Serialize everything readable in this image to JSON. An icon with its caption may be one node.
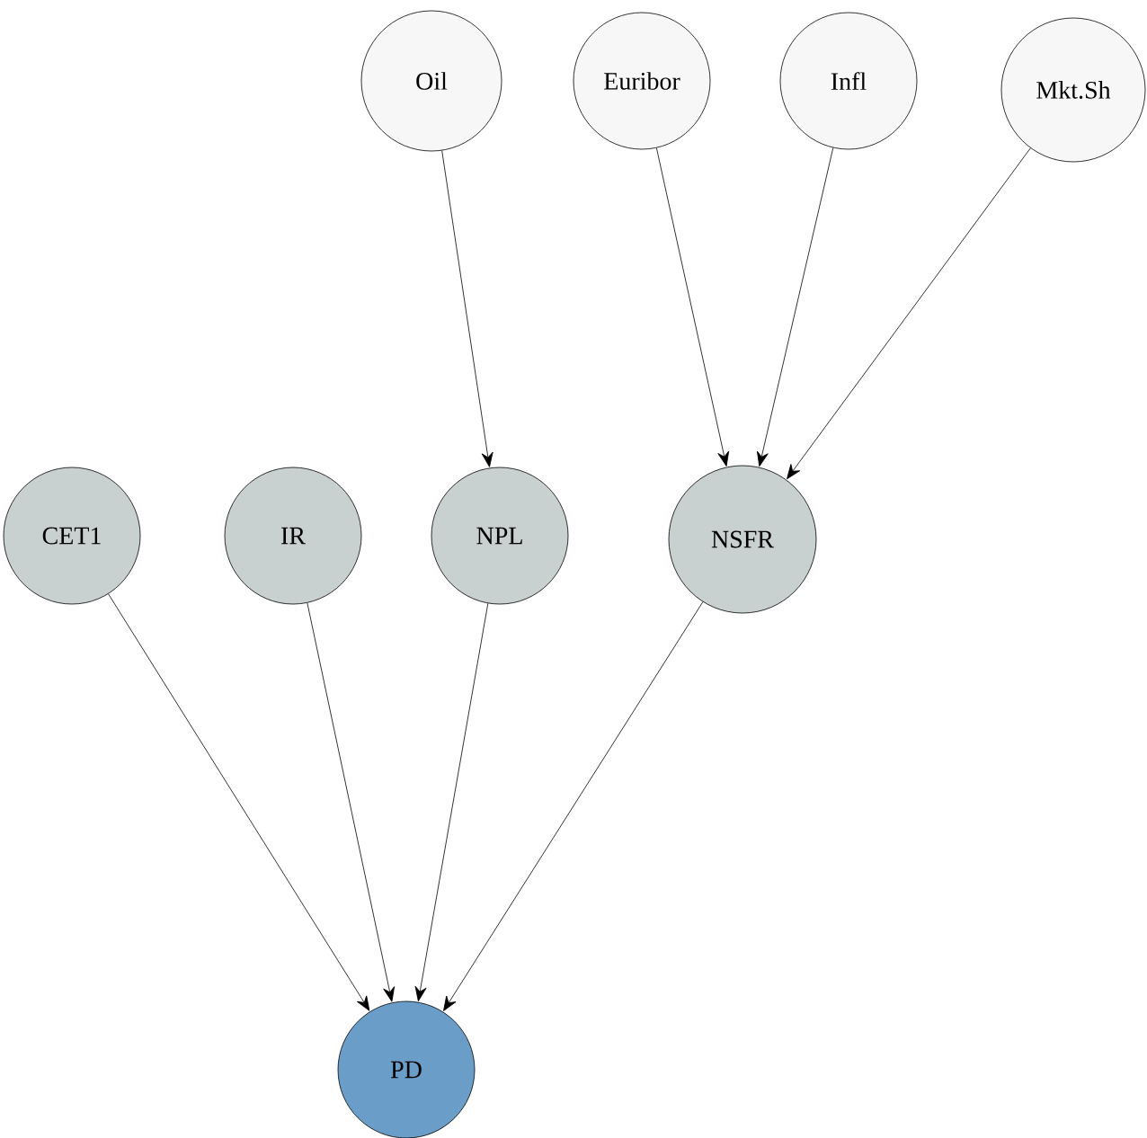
{
  "diagram": {
    "nodes": [
      {
        "text": [
          "Oil"
        ]
      },
      {
        "text": [
          "Euribor"
        ]
      },
      {
        "text": [
          "Infl"
        ]
      },
      {
        "text": [
          "Mkt.Sh"
        ]
      },
      {
        "text": [
          "CET1"
        ]
      },
      {
        "text": [
          "IR"
        ]
      },
      {
        "text": [
          "NPL"
        ]
      },
      {
        "text": [
          "NSFR"
        ]
      },
      {
        "text": [
          "PD"
        ]
      }
    ],
    "edges": [
      {
        "from": 0,
        "to": 6,
        "arrow": "to"
      },
      {
        "from": 1,
        "to": 7,
        "arrow": "to"
      },
      {
        "from": 2,
        "to": 7,
        "arrow": "to"
      },
      {
        "from": 3,
        "to": 7,
        "arrow": "to"
      },
      {
        "from": 4,
        "to": 8,
        "arrow": "to"
      },
      {
        "from": 5,
        "to": 8,
        "arrow": "to"
      },
      {
        "from": 6,
        "to": 8,
        "arrow": "to"
      },
      {
        "from": 7,
        "to": 8,
        "arrow": "to"
      }
    ]
  }
}
